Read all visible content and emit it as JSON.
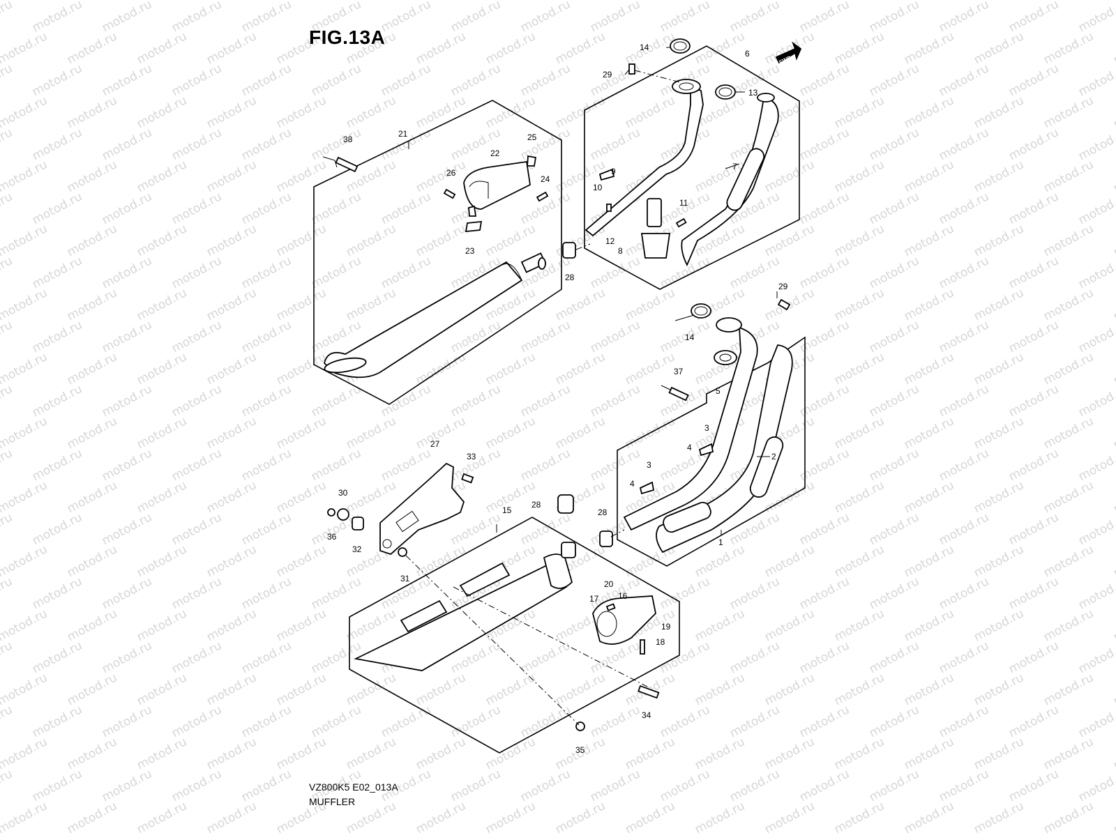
{
  "figure": {
    "title": "FIG.13A",
    "diagram_code": "VZ800K5 E02_013A",
    "section_name": "MUFFLER",
    "watermark": "motod.ru",
    "fwd_label": "FWD"
  },
  "callouts": [
    {
      "id": "c1",
      "label": "1"
    },
    {
      "id": "c2",
      "label": "2"
    },
    {
      "id": "c3a",
      "label": "3"
    },
    {
      "id": "c3b",
      "label": "3"
    },
    {
      "id": "c4a",
      "label": "4"
    },
    {
      "id": "c4b",
      "label": "4"
    },
    {
      "id": "c5",
      "label": "5"
    },
    {
      "id": "c6",
      "label": "6"
    },
    {
      "id": "c7",
      "label": "7"
    },
    {
      "id": "c8",
      "label": "8"
    },
    {
      "id": "c9",
      "label": "9"
    },
    {
      "id": "c10",
      "label": "10"
    },
    {
      "id": "c11",
      "label": "11"
    },
    {
      "id": "c12",
      "label": "12"
    },
    {
      "id": "c13",
      "label": "13"
    },
    {
      "id": "c14a",
      "label": "14"
    },
    {
      "id": "c14b",
      "label": "14"
    },
    {
      "id": "c15",
      "label": "15"
    },
    {
      "id": "c16",
      "label": "16"
    },
    {
      "id": "c17",
      "label": "17"
    },
    {
      "id": "c18",
      "label": "18"
    },
    {
      "id": "c19",
      "label": "19"
    },
    {
      "id": "c20",
      "label": "20"
    },
    {
      "id": "c21",
      "label": "21"
    },
    {
      "id": "c22",
      "label": "22"
    },
    {
      "id": "c23",
      "label": "23"
    },
    {
      "id": "c24",
      "label": "24"
    },
    {
      "id": "c25",
      "label": "25"
    },
    {
      "id": "c26",
      "label": "26"
    },
    {
      "id": "c27",
      "label": "27"
    },
    {
      "id": "c28a",
      "label": "28"
    },
    {
      "id": "c28b",
      "label": "28"
    },
    {
      "id": "c28c",
      "label": "28"
    },
    {
      "id": "c29a",
      "label": "29"
    },
    {
      "id": "c29b",
      "label": "29"
    },
    {
      "id": "c30",
      "label": "30"
    },
    {
      "id": "c31",
      "label": "31"
    },
    {
      "id": "c32",
      "label": "32"
    },
    {
      "id": "c33",
      "label": "33"
    },
    {
      "id": "c34",
      "label": "34"
    },
    {
      "id": "c35",
      "label": "35"
    },
    {
      "id": "c36",
      "label": "36"
    },
    {
      "id": "c37",
      "label": "37"
    },
    {
      "id": "c38",
      "label": "38"
    }
  ]
}
